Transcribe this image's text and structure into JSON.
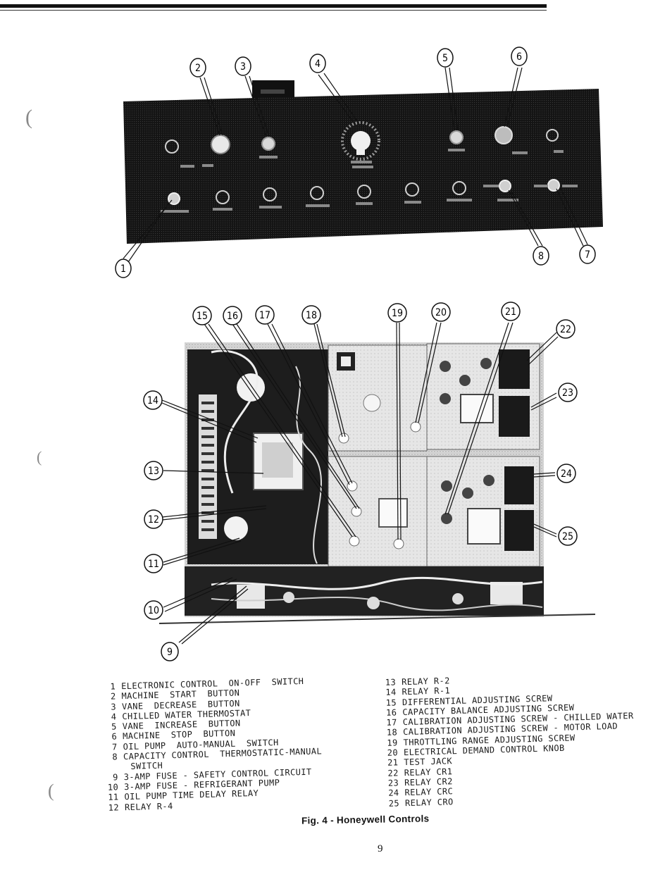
{
  "figure": {
    "caption": "Fig. 4 - Honeywell Controls",
    "page_number": "9"
  },
  "callouts": {
    "upper": [
      "1",
      "2",
      "3",
      "4",
      "5",
      "6",
      "7",
      "8"
    ],
    "lower": [
      "9",
      "10",
      "11",
      "12",
      "13",
      "14",
      "15",
      "16",
      "17",
      "18",
      "19",
      "20",
      "21",
      "22",
      "23",
      "24",
      "25"
    ]
  },
  "legend": {
    "left": [
      {
        "num": "1",
        "text": "ELECTRONIC CONTROL  ON-OFF  SWITCH"
      },
      {
        "num": "2",
        "text": "MACHINE  START  BUTTON"
      },
      {
        "num": "3",
        "text": "VANE  DECREASE  BUTTON"
      },
      {
        "num": "4",
        "text": "CHILLED WATER THERMOSTAT"
      },
      {
        "num": "5",
        "text": "VANE  INCREASE  BUTTON"
      },
      {
        "num": "6",
        "text": "MACHINE  STOP  BUTTON"
      },
      {
        "num": "7",
        "text": "OIL PUMP  AUTO-MANUAL  SWITCH"
      },
      {
        "num": "8",
        "text": "CAPACITY CONTROL  THERMOSTATIC-MANUAL"
      },
      {
        "num": "",
        "text": "SWITCH"
      },
      {
        "num": "9",
        "text": "3-AMP FUSE - SAFETY CONTROL CIRCUIT"
      },
      {
        "num": "10",
        "text": "3-AMP FUSE - REFRIGERANT PUMP"
      },
      {
        "num": "11",
        "text": "OIL PUMP TIME DELAY RELAY"
      },
      {
        "num": "12",
        "text": "RELAY R-4"
      }
    ],
    "right": [
      {
        "num": "13",
        "text": "RELAY R-2"
      },
      {
        "num": "14",
        "text": "RELAY R-1"
      },
      {
        "num": "15",
        "text": "DIFFERENTIAL ADJUSTING SCREW"
      },
      {
        "num": "16",
        "text": "CAPACITY BALANCE ADJUSTING SCREW"
      },
      {
        "num": "17",
        "text": "CALIBRATION ADJUSTING SCREW - CHILLED WATER"
      },
      {
        "num": "18",
        "text": "CALIBRATION ADJUSTING SCREW - MOTOR LOAD"
      },
      {
        "num": "19",
        "text": "THROTTLING RANGE ADJUSTING SCREW"
      },
      {
        "num": "20",
        "text": "ELECTRICAL DEMAND CONTROL KNOB"
      },
      {
        "num": "21",
        "text": "TEST JACK"
      },
      {
        "num": "22",
        "text": "RELAY CR1"
      },
      {
        "num": "23",
        "text": "RELAY CR2"
      },
      {
        "num": "24",
        "text": "RELAY CRC"
      },
      {
        "num": "25",
        "text": "RELAY CRO"
      }
    ]
  }
}
